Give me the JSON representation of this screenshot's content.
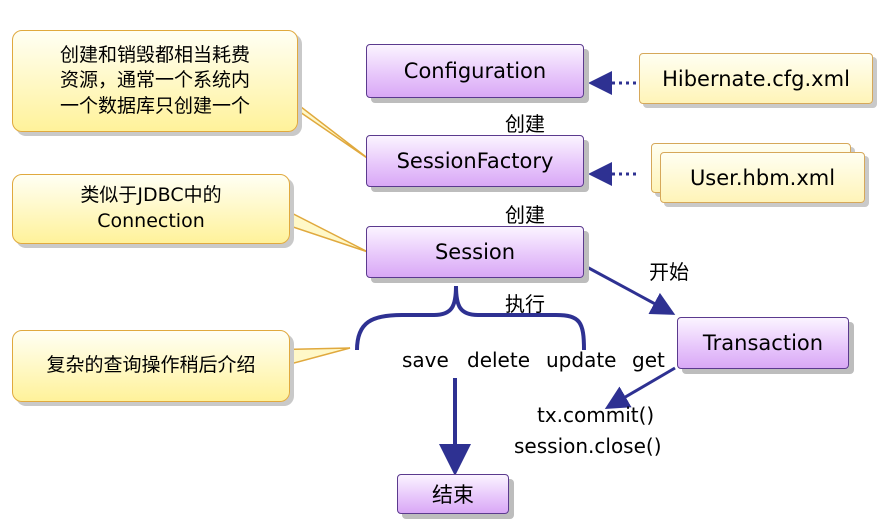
{
  "nodes": {
    "configuration": "Configuration",
    "session_factory": "SessionFactory",
    "session": "Session",
    "transaction": "Transaction",
    "end": "结束"
  },
  "files": {
    "hibernate_cfg": "Hibernate.cfg.xml",
    "user_hbm": "User.hbm.xml"
  },
  "edges": {
    "create_1": "创建",
    "create_2": "创建",
    "begin": "开始",
    "execute": "执行"
  },
  "operations": [
    "save",
    "delete",
    "update",
    "get"
  ],
  "transaction_calls": {
    "commit": "tx.commit()",
    "close": "session.close()"
  },
  "callouts": {
    "factory_note": [
      "创建和销毁都相当耗费",
      "资源，通常一个系统内",
      "一个数据库只创建一个"
    ],
    "session_note": [
      "类似于JDBC中的",
      "Connection"
    ],
    "query_note": "复杂的查询操作稍后介绍"
  },
  "colors": {
    "arrow": "#2e3192",
    "node_border": "#5b3a8e",
    "callout_border": "#e0a93e"
  }
}
